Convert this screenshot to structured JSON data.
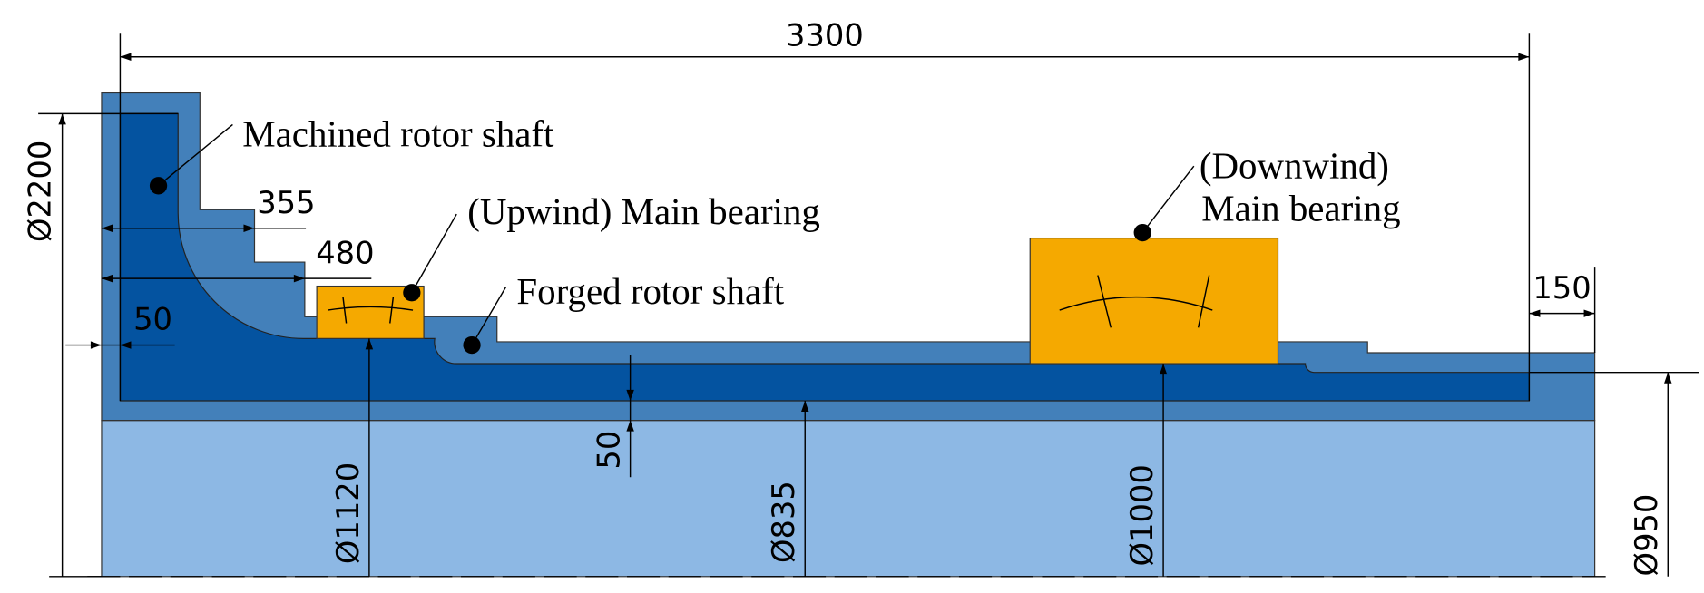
{
  "labels": {
    "machined_shaft": "Machined rotor shaft",
    "upwind_bearing": "(Upwind) Main bearing",
    "forged_shaft": "Forged rotor shaft",
    "downwind_line1": "(Downwind)",
    "downwind_line2": "Main bearing"
  },
  "dimensions": {
    "total_length": "3300",
    "flange_diameter": "Ø2200",
    "step1": "355",
    "step2": "480",
    "wall_left": "50",
    "upwind_bearing_diameter": "Ø1120",
    "wall_mid": "50",
    "bore_diameter": "Ø835",
    "downwind_bearing_diameter": "Ø1000",
    "end_diameter": "Ø950",
    "end_length": "150"
  },
  "colors": {
    "machined": "#0453A0",
    "forged": "#4380BA",
    "bore": "#8DB8E4",
    "bearing": "#F5A900"
  }
}
